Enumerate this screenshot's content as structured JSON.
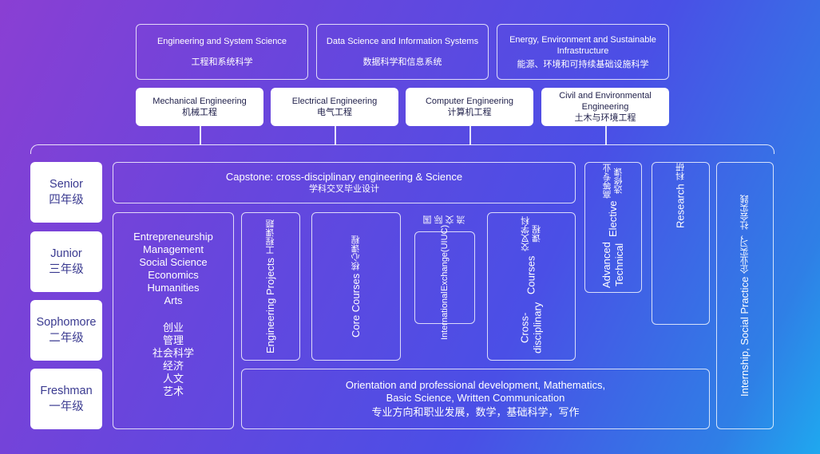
{
  "schools": [
    {
      "en": "Engineering and System Science",
      "zh": "工程和系统科学"
    },
    {
      "en": "Data Science and Information Systems",
      "zh": "数据科学和信息系统"
    },
    {
      "en": "Energy, Environment and Sustainable Infrastructure",
      "zh": "能源、环境和可持续基础设施科学"
    }
  ],
  "majors": [
    {
      "en": "Mechanical Engineering",
      "zh": "机械工程"
    },
    {
      "en": "Electrical Engineering",
      "zh": "电气工程"
    },
    {
      "en": "Computer Engineering",
      "zh": "计算机工程"
    },
    {
      "en": "Civil and Environmental Engineering",
      "zh": "土木与环境工程"
    }
  ],
  "years": [
    {
      "en": "Senior",
      "zh": "四年级"
    },
    {
      "en": "Junior",
      "zh": "三年级"
    },
    {
      "en": "Sophomore",
      "zh": "二年级"
    },
    {
      "en": "Freshman",
      "zh": "一年级"
    }
  ],
  "capstone": {
    "en": "Capstone: cross-disciplinary engineering & Science",
    "zh": "学科交叉毕业设计"
  },
  "liberal": {
    "en": [
      "Entrepreneurship",
      "Management",
      "Social Science",
      "Economics",
      "Humanities",
      "Arts"
    ],
    "zh": [
      "创业",
      "管理",
      "社会科学",
      "经济",
      "人文",
      "艺术"
    ]
  },
  "eng_projects": {
    "en": "Engineering Projects",
    "zh": "工程课题"
  },
  "core_courses": {
    "en": "Core Courses",
    "zh": "核心课程"
  },
  "intl_exchange": {
    "en1": "International",
    "en2": "Exchange(UIUC)",
    "zh": "国际交流"
  },
  "cross_courses": {
    "en1": "Cross-disciplinary",
    "en2": "Courses",
    "zh": "交叉学科课程"
  },
  "adv_elective": {
    "en1": "Advanced Technical",
    "en2": "Elective",
    "zh": "高等专业选修课"
  },
  "research": {
    "en": "Research",
    "zh": "科研"
  },
  "internship": {
    "en": "Internship, Social Practice",
    "zh": "企业实习，社会实践"
  },
  "orientation": {
    "en1": "Orientation and professional development, Mathematics,",
    "en2": "Basic Science, Written Communication",
    "zh": "专业方向和职业发展，数学，基础科学，写作"
  }
}
